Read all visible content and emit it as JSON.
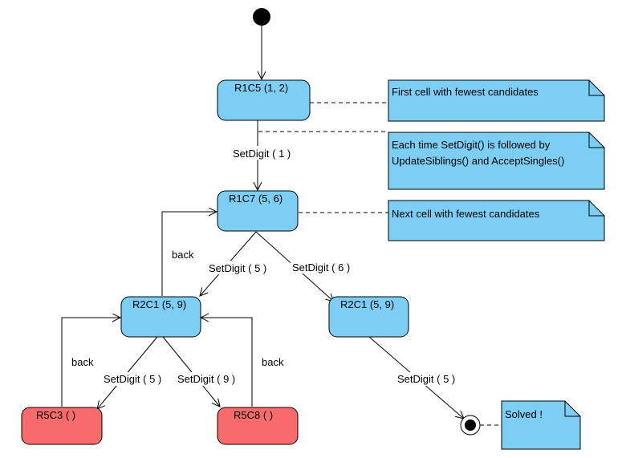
{
  "states": {
    "r1c5": "R1C5 (1, 2)",
    "r1c7": "R1C7 (5, 6)",
    "r2c1_left": "R2C1 (5, 9)",
    "r2c1_right": "R2C1 (5, 9)",
    "r5c3": "R5C3 (  )",
    "r5c8": "R5C8 (  )"
  },
  "transitions": {
    "set1": "SetDigit ( 1 )",
    "set5_top": "SetDigit ( 5 )",
    "set6": "SetDigit ( 6 )",
    "set5_left": "SetDigit ( 5 )",
    "set9": "SetDigit ( 9 )",
    "set5_right": "SetDigit ( 5 )",
    "back_top": "back",
    "back_left": "back",
    "back_right": "back"
  },
  "notes": {
    "first_cell": "First cell with fewest candidates",
    "setdigit_line1": "Each time SetDigit() is followed by",
    "setdigit_line2": "UpdateSiblings() and AcceptSingles()",
    "next_cell": "Next cell with fewest candidates",
    "solved": "Solved !"
  },
  "colors": {
    "state_fill": "#7dcef4",
    "failed_fill": "#f76b6b",
    "note_fill": "#7dcef4",
    "stroke": "#000000"
  }
}
